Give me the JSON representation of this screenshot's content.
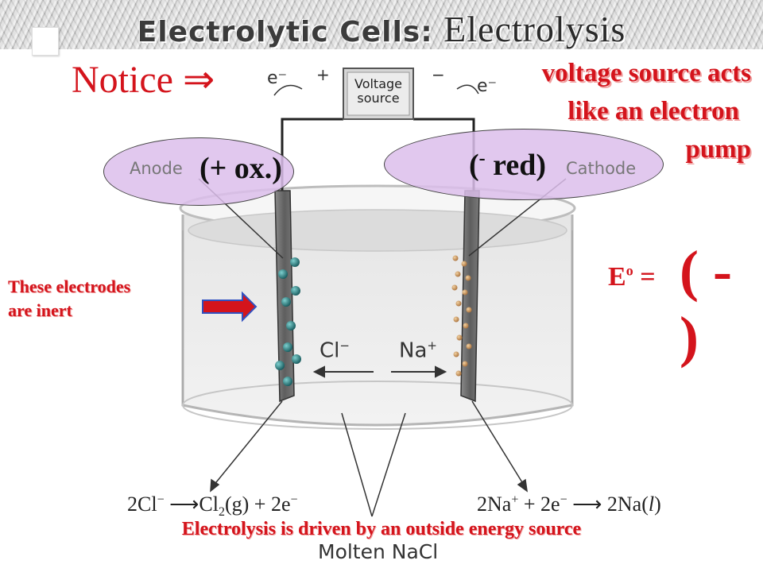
{
  "slide": {
    "title_part1": "Electrolytic Cells:",
    "title_part2": "Electrolysis",
    "notice": "Notice ⇒",
    "voltage_note": [
      "voltage source acts",
      "like an electron",
      "pump"
    ],
    "anode_note": "(+ ox.)",
    "cathode_note_open": "(",
    "cathode_note_sup": "-",
    "cathode_note_rest": " red)",
    "inert_note": [
      "These electrodes",
      "are inert"
    ],
    "eo_label": "E",
    "eo_sup": "o",
    "eo_eq": " =",
    "eo_value": "( - )",
    "footer": "Electrolysis is driven by an outside energy source"
  },
  "diagram": {
    "anode_label": "Anode",
    "cathode_label": "Cathode",
    "voltage_source": [
      "Voltage",
      "source"
    ],
    "e_left": "e⁻",
    "e_right": "e⁻",
    "plus": "+",
    "minus": "−",
    "cl_ion": "Cl",
    "cl_sup": "−",
    "na_ion": "Na",
    "na_sup": "+",
    "anode_reaction": {
      "a": "2Cl",
      "a_sup": "−",
      "b": "Cl",
      "b_sub": "2",
      "c": "(g) + 2e",
      "c_sup": "−"
    },
    "cathode_reaction": {
      "a": "2Na",
      "a_sup": "+",
      "b": " + 2e",
      "b_sup": "−",
      "c": "2Na(",
      "c_it": "l",
      "d": ")"
    },
    "molten": "Molten NaCl"
  },
  "colors": {
    "accent": "#d4141c",
    "ellipse": "#dcbeeb",
    "electrolyte": "#d2d2d2",
    "cl_ball": "#1e6f72",
    "na_ball": "#c8955a"
  }
}
